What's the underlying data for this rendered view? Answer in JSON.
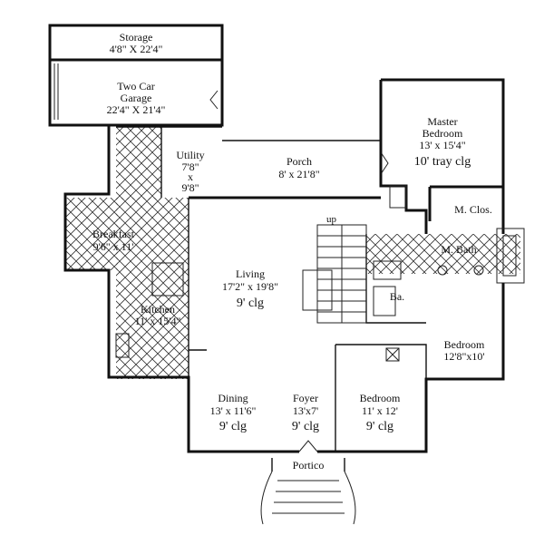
{
  "rooms": {
    "storage": {
      "name": "Storage",
      "dims": "4'8\" X 22'4\""
    },
    "garage": {
      "name1": "Two Car",
      "name2": "Garage",
      "dims": "22'4\" X 21'4\""
    },
    "utility": {
      "name": "Utility",
      "dims1": "7'8\"",
      "dims2": "x",
      "dims3": "9'8\""
    },
    "porch": {
      "name": "Porch",
      "dims": "8' x 21'8\""
    },
    "master": {
      "name1": "Master",
      "name2": "Bedroom",
      "dims": "13' x 15'4\"",
      "ceiling": "10' tray clg"
    },
    "m_closet": {
      "name": "M. Clos."
    },
    "m_bath": {
      "name": "M. Bath"
    },
    "breakfast": {
      "name": "Breakfast",
      "dims": "9'6\" x 11'"
    },
    "kitchen": {
      "name": "Kitchen",
      "dims": "11' x 15'4\""
    },
    "living": {
      "name": "Living",
      "dims": "17'2\" x 19'8\"",
      "ceiling": "9' clg"
    },
    "bath": {
      "name": "Ba."
    },
    "bedroom2": {
      "name": "Bedroom",
      "dims": "12'8\"x10'"
    },
    "dining": {
      "name": "Dining",
      "dims": "13' x 11'6\"",
      "ceiling": "9' clg"
    },
    "foyer": {
      "name": "Foyer",
      "dims": "13'x7'",
      "ceiling": "9' clg"
    },
    "bedroom3": {
      "name": "Bedroom",
      "dims": "11' x 12'",
      "ceiling": "9' clg"
    },
    "portico": {
      "name": "Portico"
    }
  },
  "stairs": {
    "label": "up"
  }
}
